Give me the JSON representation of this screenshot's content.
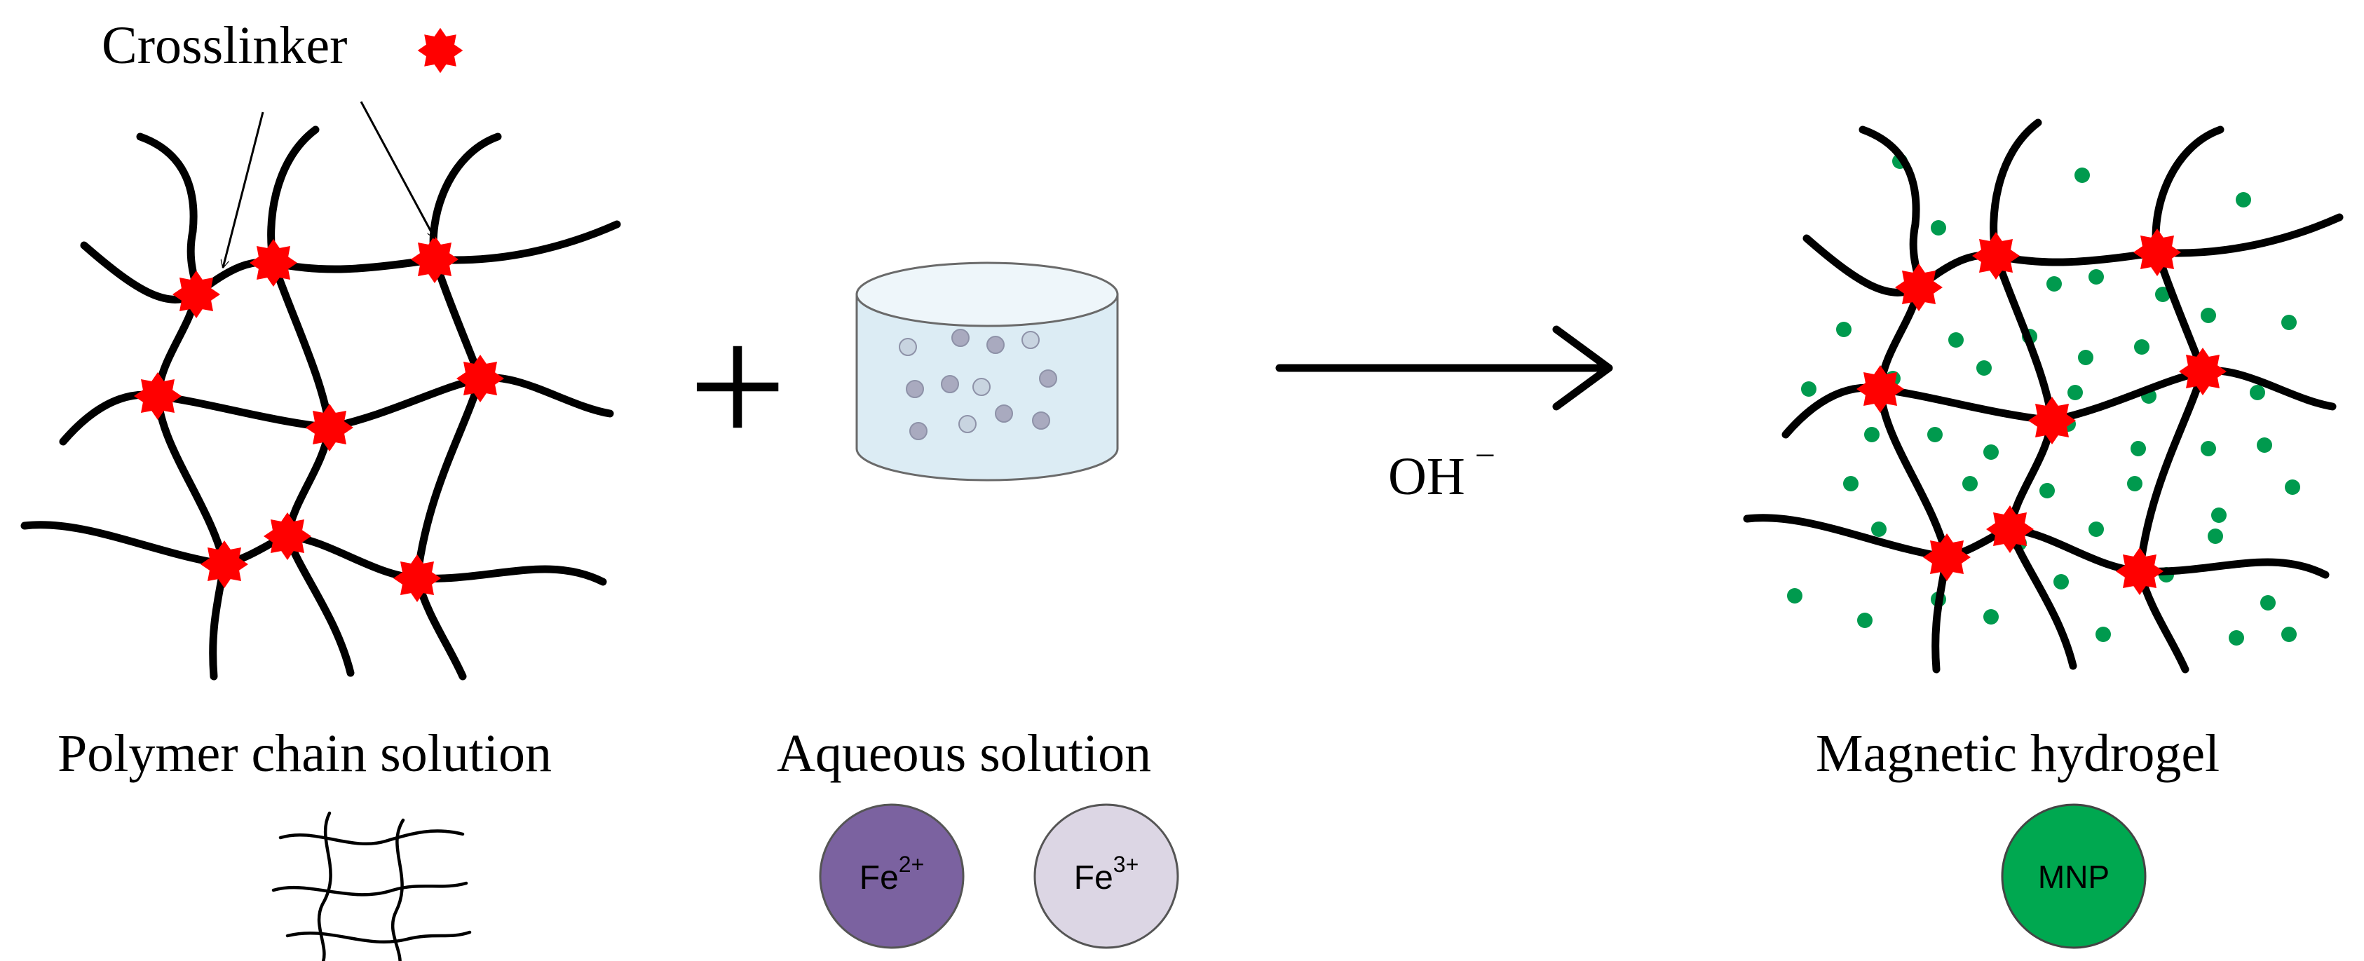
{
  "labels": {
    "crosslinker": "Crosslinker",
    "polymer": "Polymer chain solution",
    "aqueous": "Aqueous solution",
    "product": "Magnetic hydrogel",
    "plus": "+",
    "reagent": "OH",
    "reagent_charge": "−"
  },
  "ions": [
    {
      "symbol": "Fe",
      "charge": "2+",
      "color": "#7b62a0"
    },
    {
      "symbol": "Fe",
      "charge": "3+",
      "color": "#dcd6e4"
    }
  ],
  "mnp": {
    "label": "MNP",
    "color": "#00a850"
  },
  "colors": {
    "crosslinker": "#ff0000",
    "particle": "#009a4e",
    "container_fill": "#dcecf4",
    "container_stroke": "#6a6a6a",
    "solute": "#a9aabf"
  }
}
